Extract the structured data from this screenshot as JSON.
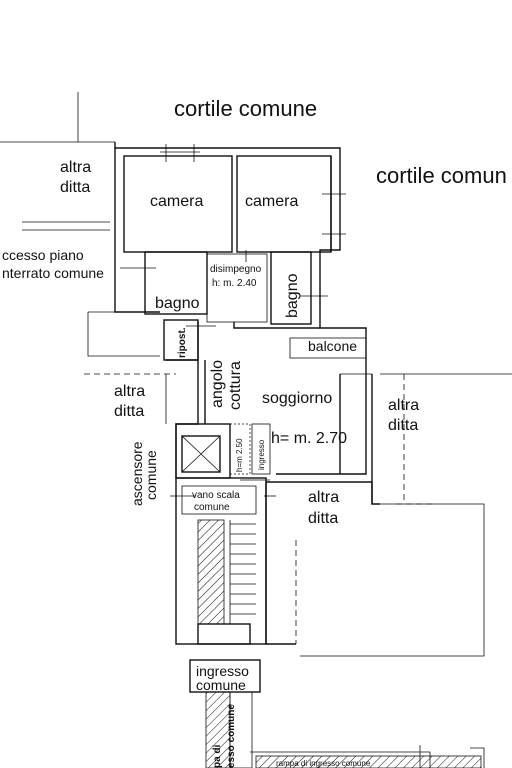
{
  "plan": {
    "courtyard_top": "cortile comune",
    "courtyard_right": "cortile comun",
    "other_unit": "altra ditta",
    "altra": "altra",
    "ditta": "ditta",
    "rooms": {
      "camera_left": "camera",
      "camera_right": "camera",
      "disimpegno": "disimpegno",
      "disimpegno_height": "h: m. 2.40",
      "bagno_left": "bagno",
      "bagno_right": "bagno",
      "ripost": "ripost.",
      "balcone": "balcone",
      "angolo": "angolo",
      "cottura": "cottura",
      "soggiorno": "soggiorno",
      "soggiorno_height": "h= m. 2.70",
      "ingresso_small": "ingresso",
      "height_250": "h=m 2.50"
    },
    "basement_access_1": "ccesso piano",
    "basement_access_2": "nterrato comune",
    "ascensore_1": "ascensore",
    "ascensore_2": "comune",
    "vano_scala_1": "vano scala",
    "vano_scala_2": "comune",
    "ingresso_comune_1": "ingresso",
    "ingresso_comune_2": "comune",
    "rampa_1": "pa di",
    "rampa_2": "esso comune",
    "rampa_bottom": "rampa di ingresso comune"
  }
}
